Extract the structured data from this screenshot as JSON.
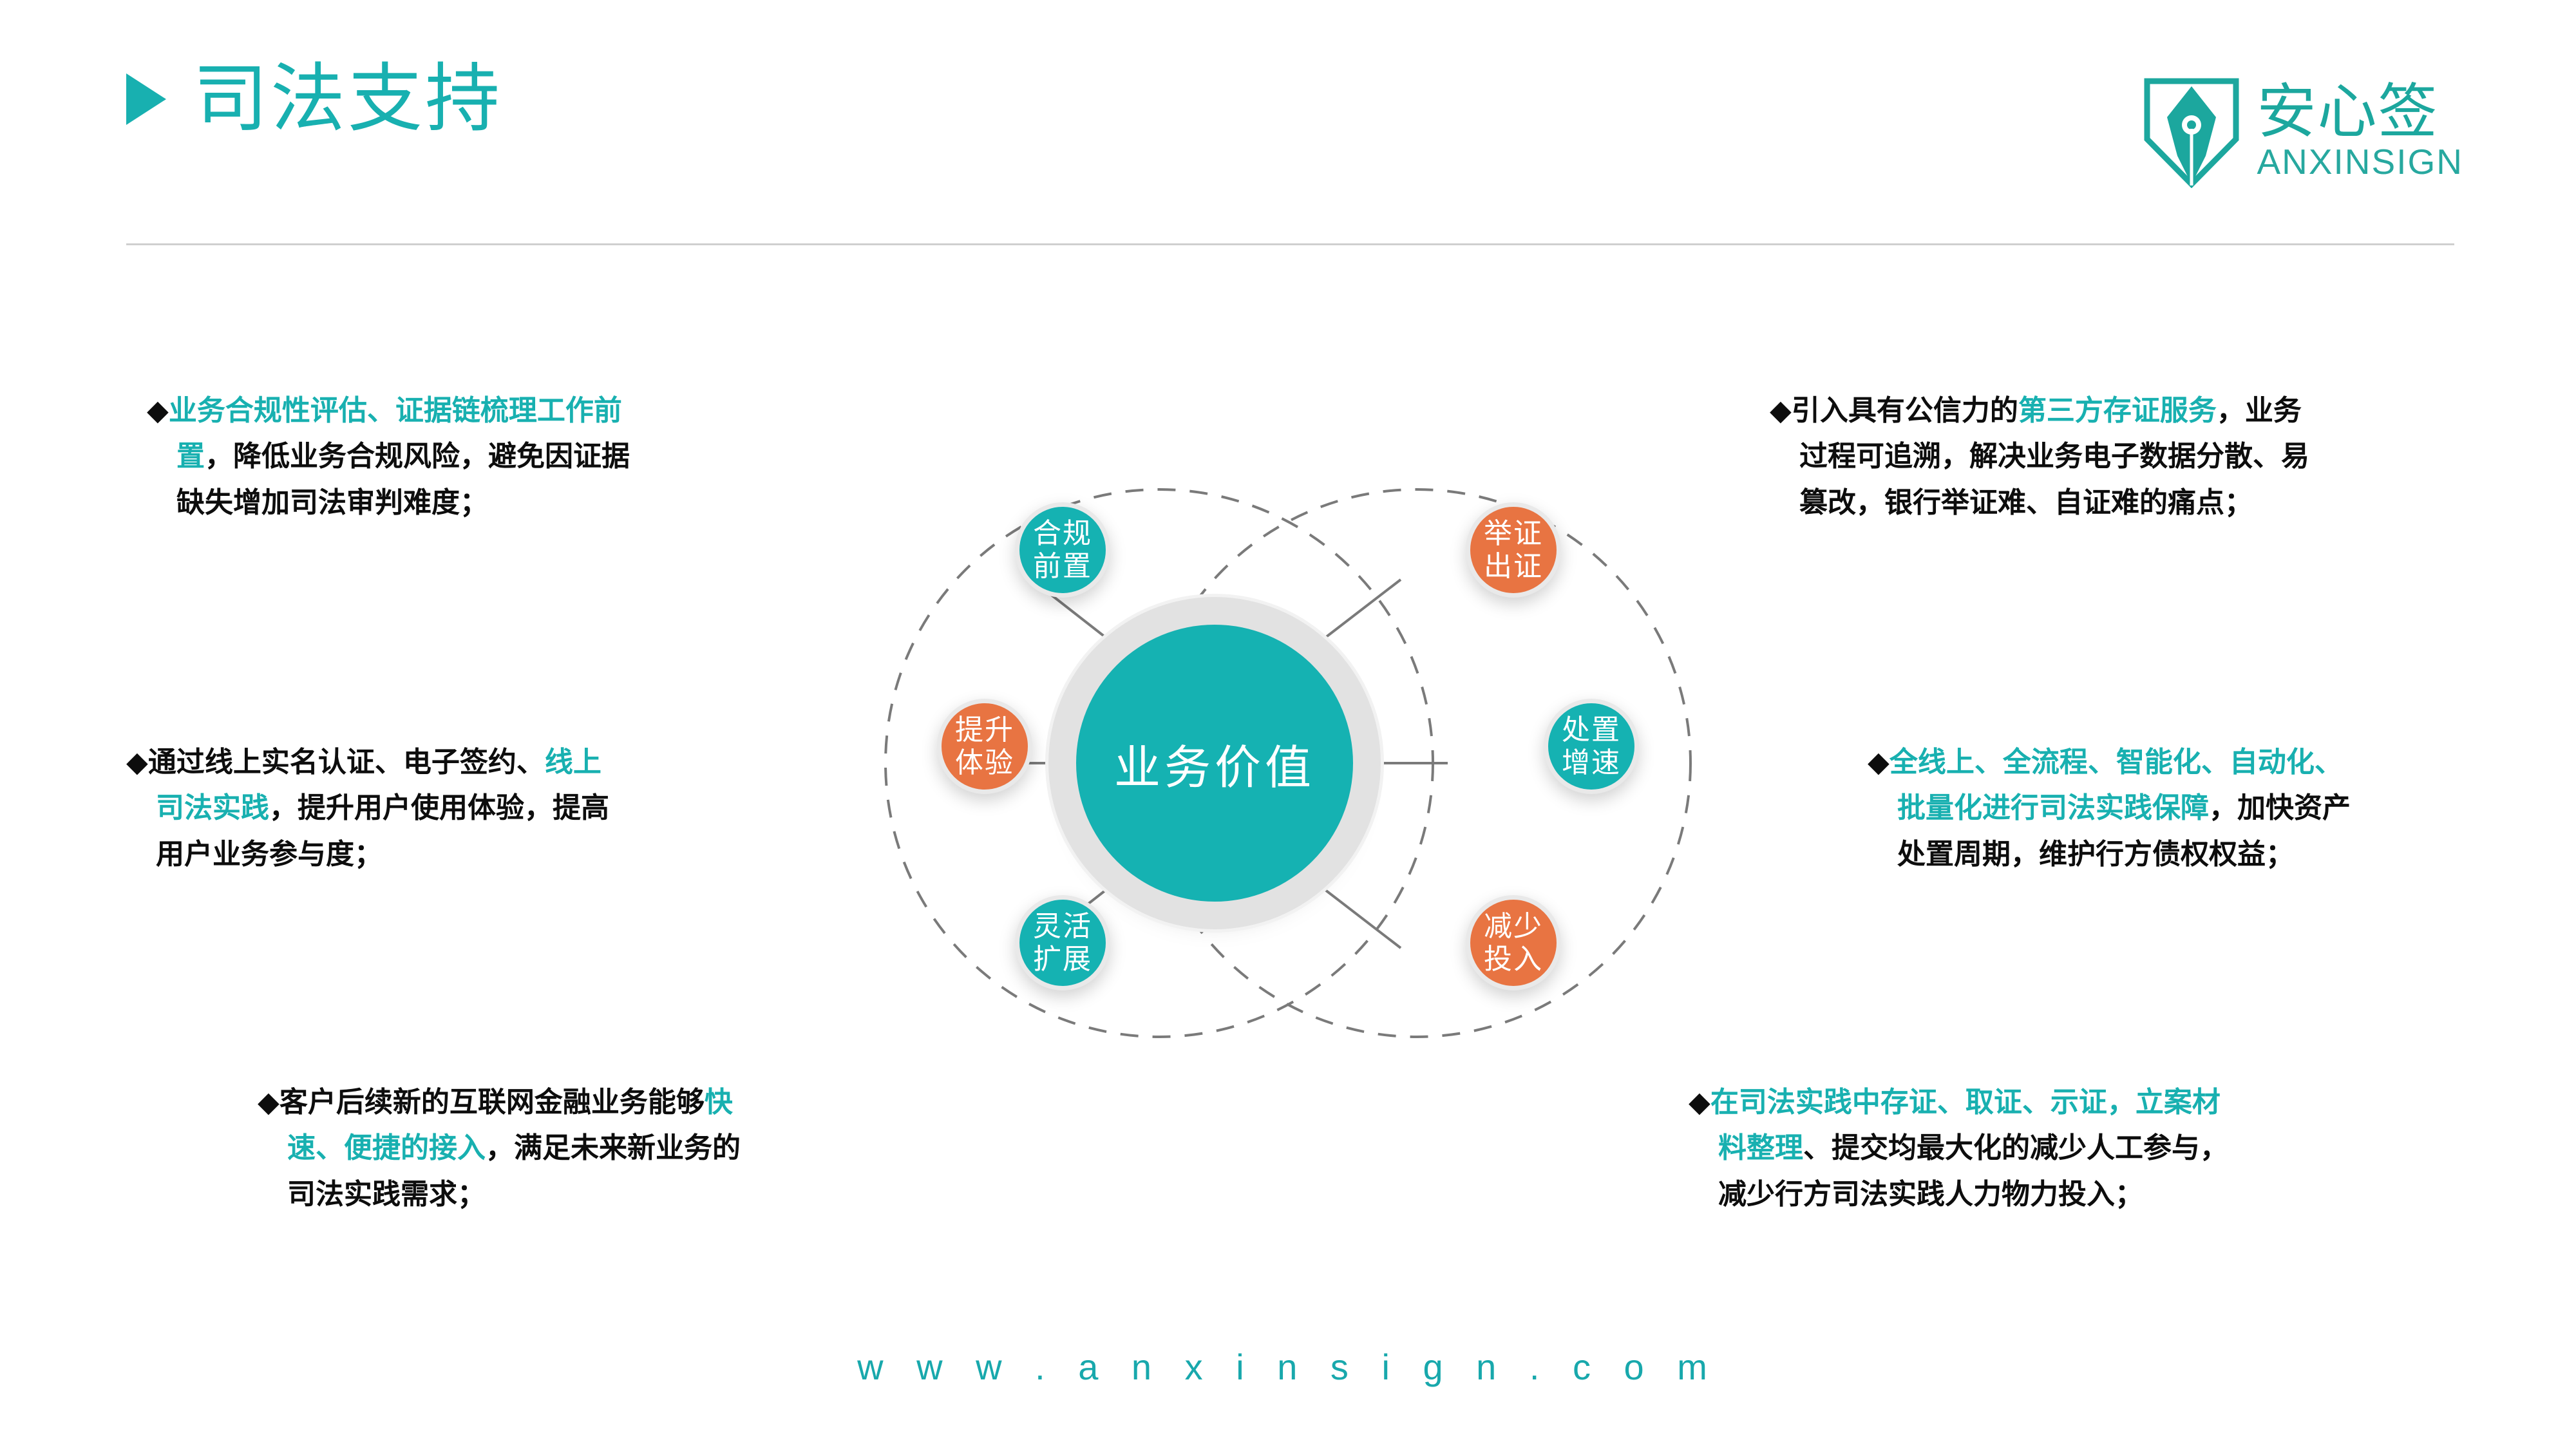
{
  "header": {
    "title": "司法支持",
    "arrow_icon": "play-triangle-icon"
  },
  "logo": {
    "mark_icon": "shield-pen-nib-icon",
    "name_cn": "安心签",
    "name_en": "ANXINSIGN"
  },
  "colors": {
    "teal": "#15B2B2",
    "teal_title": "#18B0B0",
    "orange": "#E87442",
    "text": "#0d0d0d",
    "ring_grey": "#e2e2e2",
    "divider": "#c9c9c9"
  },
  "callouts": [
    {
      "id": "callout-1",
      "bullet": "◆",
      "line1_hl": "业务合规性评估、证据链梳理工作前",
      "line2_hl": "置",
      "line2_rest": "，降低业务合规风险，避免因证据",
      "line3": "缺失增加司法审判难度；"
    },
    {
      "id": "callout-2",
      "bullet": "◆",
      "line1_plain": "通过线上实名认证、电子签约、",
      "line1_hl": "线上",
      "line2_hl": "司法实践",
      "line2_rest": "，提升用户使用体验，提高",
      "line3": "用户业务参与度；"
    },
    {
      "id": "callout-3",
      "bullet": "◆",
      "line1_plain": "客户后续新的互联网金融业务能够",
      "line1_hl": "快",
      "line2_hl": "速、便捷的接入",
      "line2_rest": "，满足未来新业务的",
      "line3": "司法实践需求；"
    },
    {
      "id": "callout-4",
      "bullet": "◆",
      "line1_plain": "引入具有公信力的",
      "line1_hl": "第三方存证服务",
      "line1_rest": "，业务",
      "line2": "过程可追溯，解决业务电子数据分散、易",
      "line3": "篡改，银行举证难、自证难的痛点；"
    },
    {
      "id": "callout-5",
      "bullet": "◆",
      "line1_hl": "全线上、全流程、智能化、自动化、",
      "line2_hl": "批量化进行司法实践保障",
      "line2_rest": "，加快资产",
      "line3": "处置周期，维护行方债权权益；"
    },
    {
      "id": "callout-6",
      "bullet": "◆",
      "line1_hl": "在司法实践中存证、取证、示证，立案材",
      "line2_hl": "料整理",
      "line2_rest": "、提交均最大化的减少人工参与，",
      "line3": "减少行方司法实践人力物力投入；"
    }
  ],
  "diagram": {
    "center": {
      "label": "业务价值",
      "color": "#15B2B2"
    },
    "nodes": [
      {
        "id": "node-hg",
        "line1": "合规",
        "line2": "前置",
        "color": "teal",
        "position": "top-left"
      },
      {
        "id": "node-ts",
        "line1": "提升",
        "line2": "体验",
        "color": "orange",
        "position": "middle-left"
      },
      {
        "id": "node-lh",
        "line1": "灵活",
        "line2": "扩展",
        "color": "teal",
        "position": "bottom-left"
      },
      {
        "id": "node-jz",
        "line1": "举证",
        "line2": "出证",
        "color": "orange",
        "position": "top-right"
      },
      {
        "id": "node-cz",
        "line1": "处置",
        "line2": "增速",
        "color": "teal",
        "position": "middle-right"
      },
      {
        "id": "node-js",
        "line1": "减少",
        "line2": "投入",
        "color": "orange",
        "position": "bottom-right"
      }
    ]
  },
  "footer": {
    "url": "w w w . a n x i n s i g n . c o m"
  }
}
